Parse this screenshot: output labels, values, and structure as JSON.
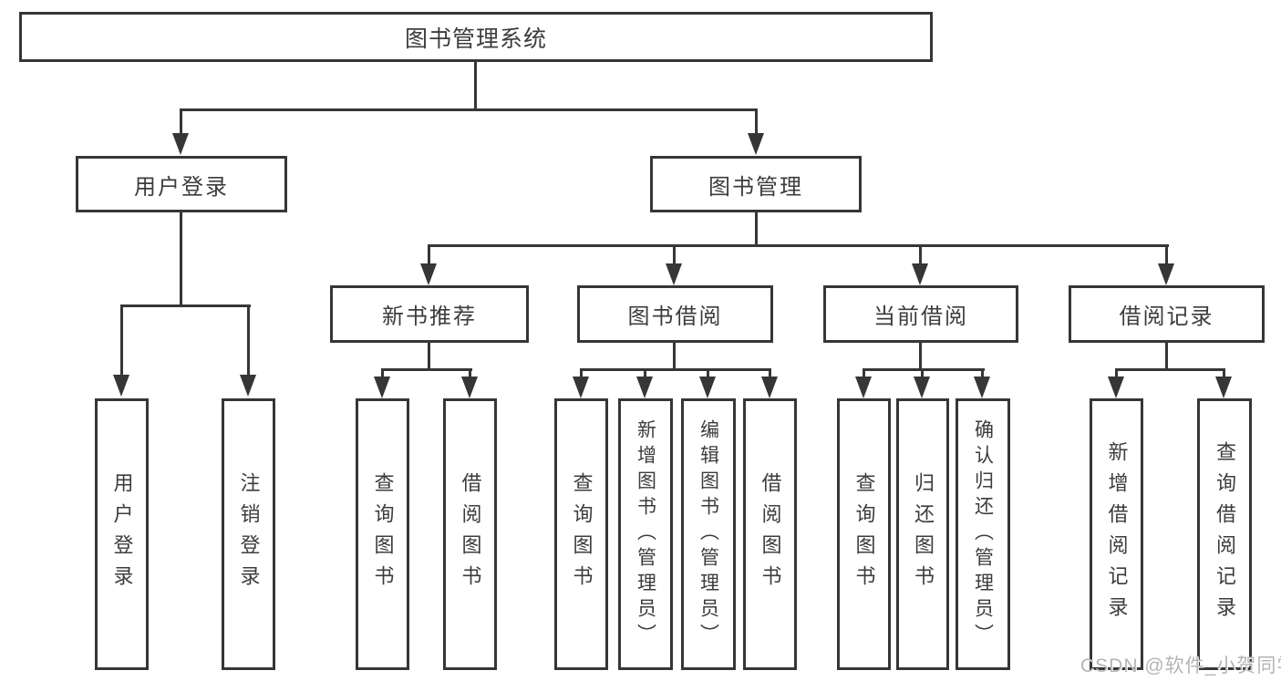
{
  "diagram": {
    "type": "hierarchy-tree",
    "tree": {
      "label": "图书管理系统",
      "children": [
        {
          "label": "用户登录",
          "children": [
            {
              "label": "用户登录"
            },
            {
              "label": "注销登录"
            }
          ]
        },
        {
          "label": "图书管理",
          "children": [
            {
              "label": "新书推荐",
              "children": [
                {
                  "label": "查询图书"
                },
                {
                  "label": "借阅图书"
                }
              ]
            },
            {
              "label": "图书借阅",
              "children": [
                {
                  "label": "查询图书"
                },
                {
                  "label": "新增图书（管理员）"
                },
                {
                  "label": "编辑图书（管理员）"
                },
                {
                  "label": "借阅图书"
                }
              ]
            },
            {
              "label": "当前借阅",
              "children": [
                {
                  "label": "查询图书"
                },
                {
                  "label": "归还图书"
                },
                {
                  "label": "确认归还（管理员）"
                }
              ]
            },
            {
              "label": "借阅记录",
              "children": [
                {
                  "label": "新增借阅记录"
                },
                {
                  "label": "查询借阅记录"
                }
              ]
            }
          ]
        }
      ]
    }
  },
  "watermark": {
    "text": "CSDN @软件_小贺同学"
  },
  "colors": {
    "line": "#363636",
    "text": "#3c3c3c",
    "watermark": "#b5b5b5",
    "background": "#ffffff"
  }
}
